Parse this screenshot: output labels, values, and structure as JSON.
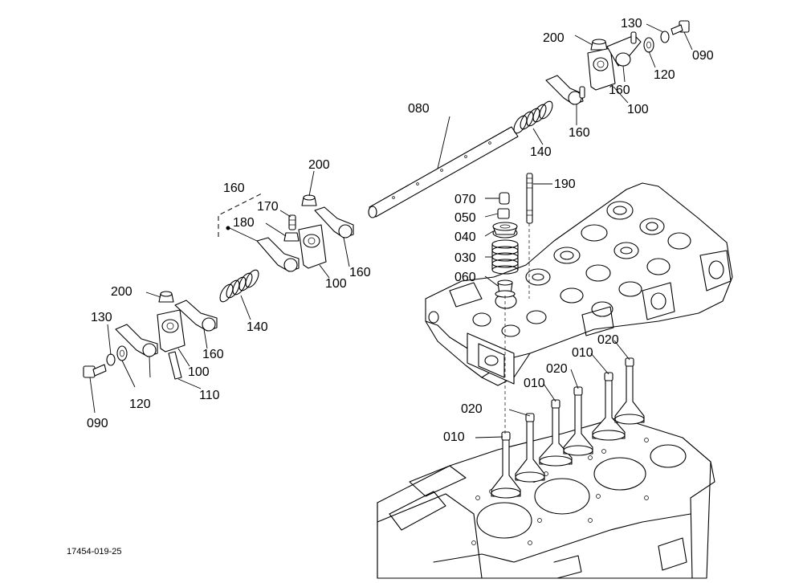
{
  "figure": {
    "document_id": "17454-019-25"
  },
  "part_labels": [
    "080",
    "190",
    "070",
    "050",
    "040",
    "030",
    "060",
    "200",
    "170",
    "180",
    "100",
    "160",
    "160",
    "140",
    "200",
    "130",
    "160",
    "100",
    "120",
    "110",
    "090",
    "130",
    "200",
    "160",
    "120",
    "090",
    "100",
    "160",
    "140",
    "020",
    "010",
    "020",
    "010",
    "020",
    "010"
  ]
}
